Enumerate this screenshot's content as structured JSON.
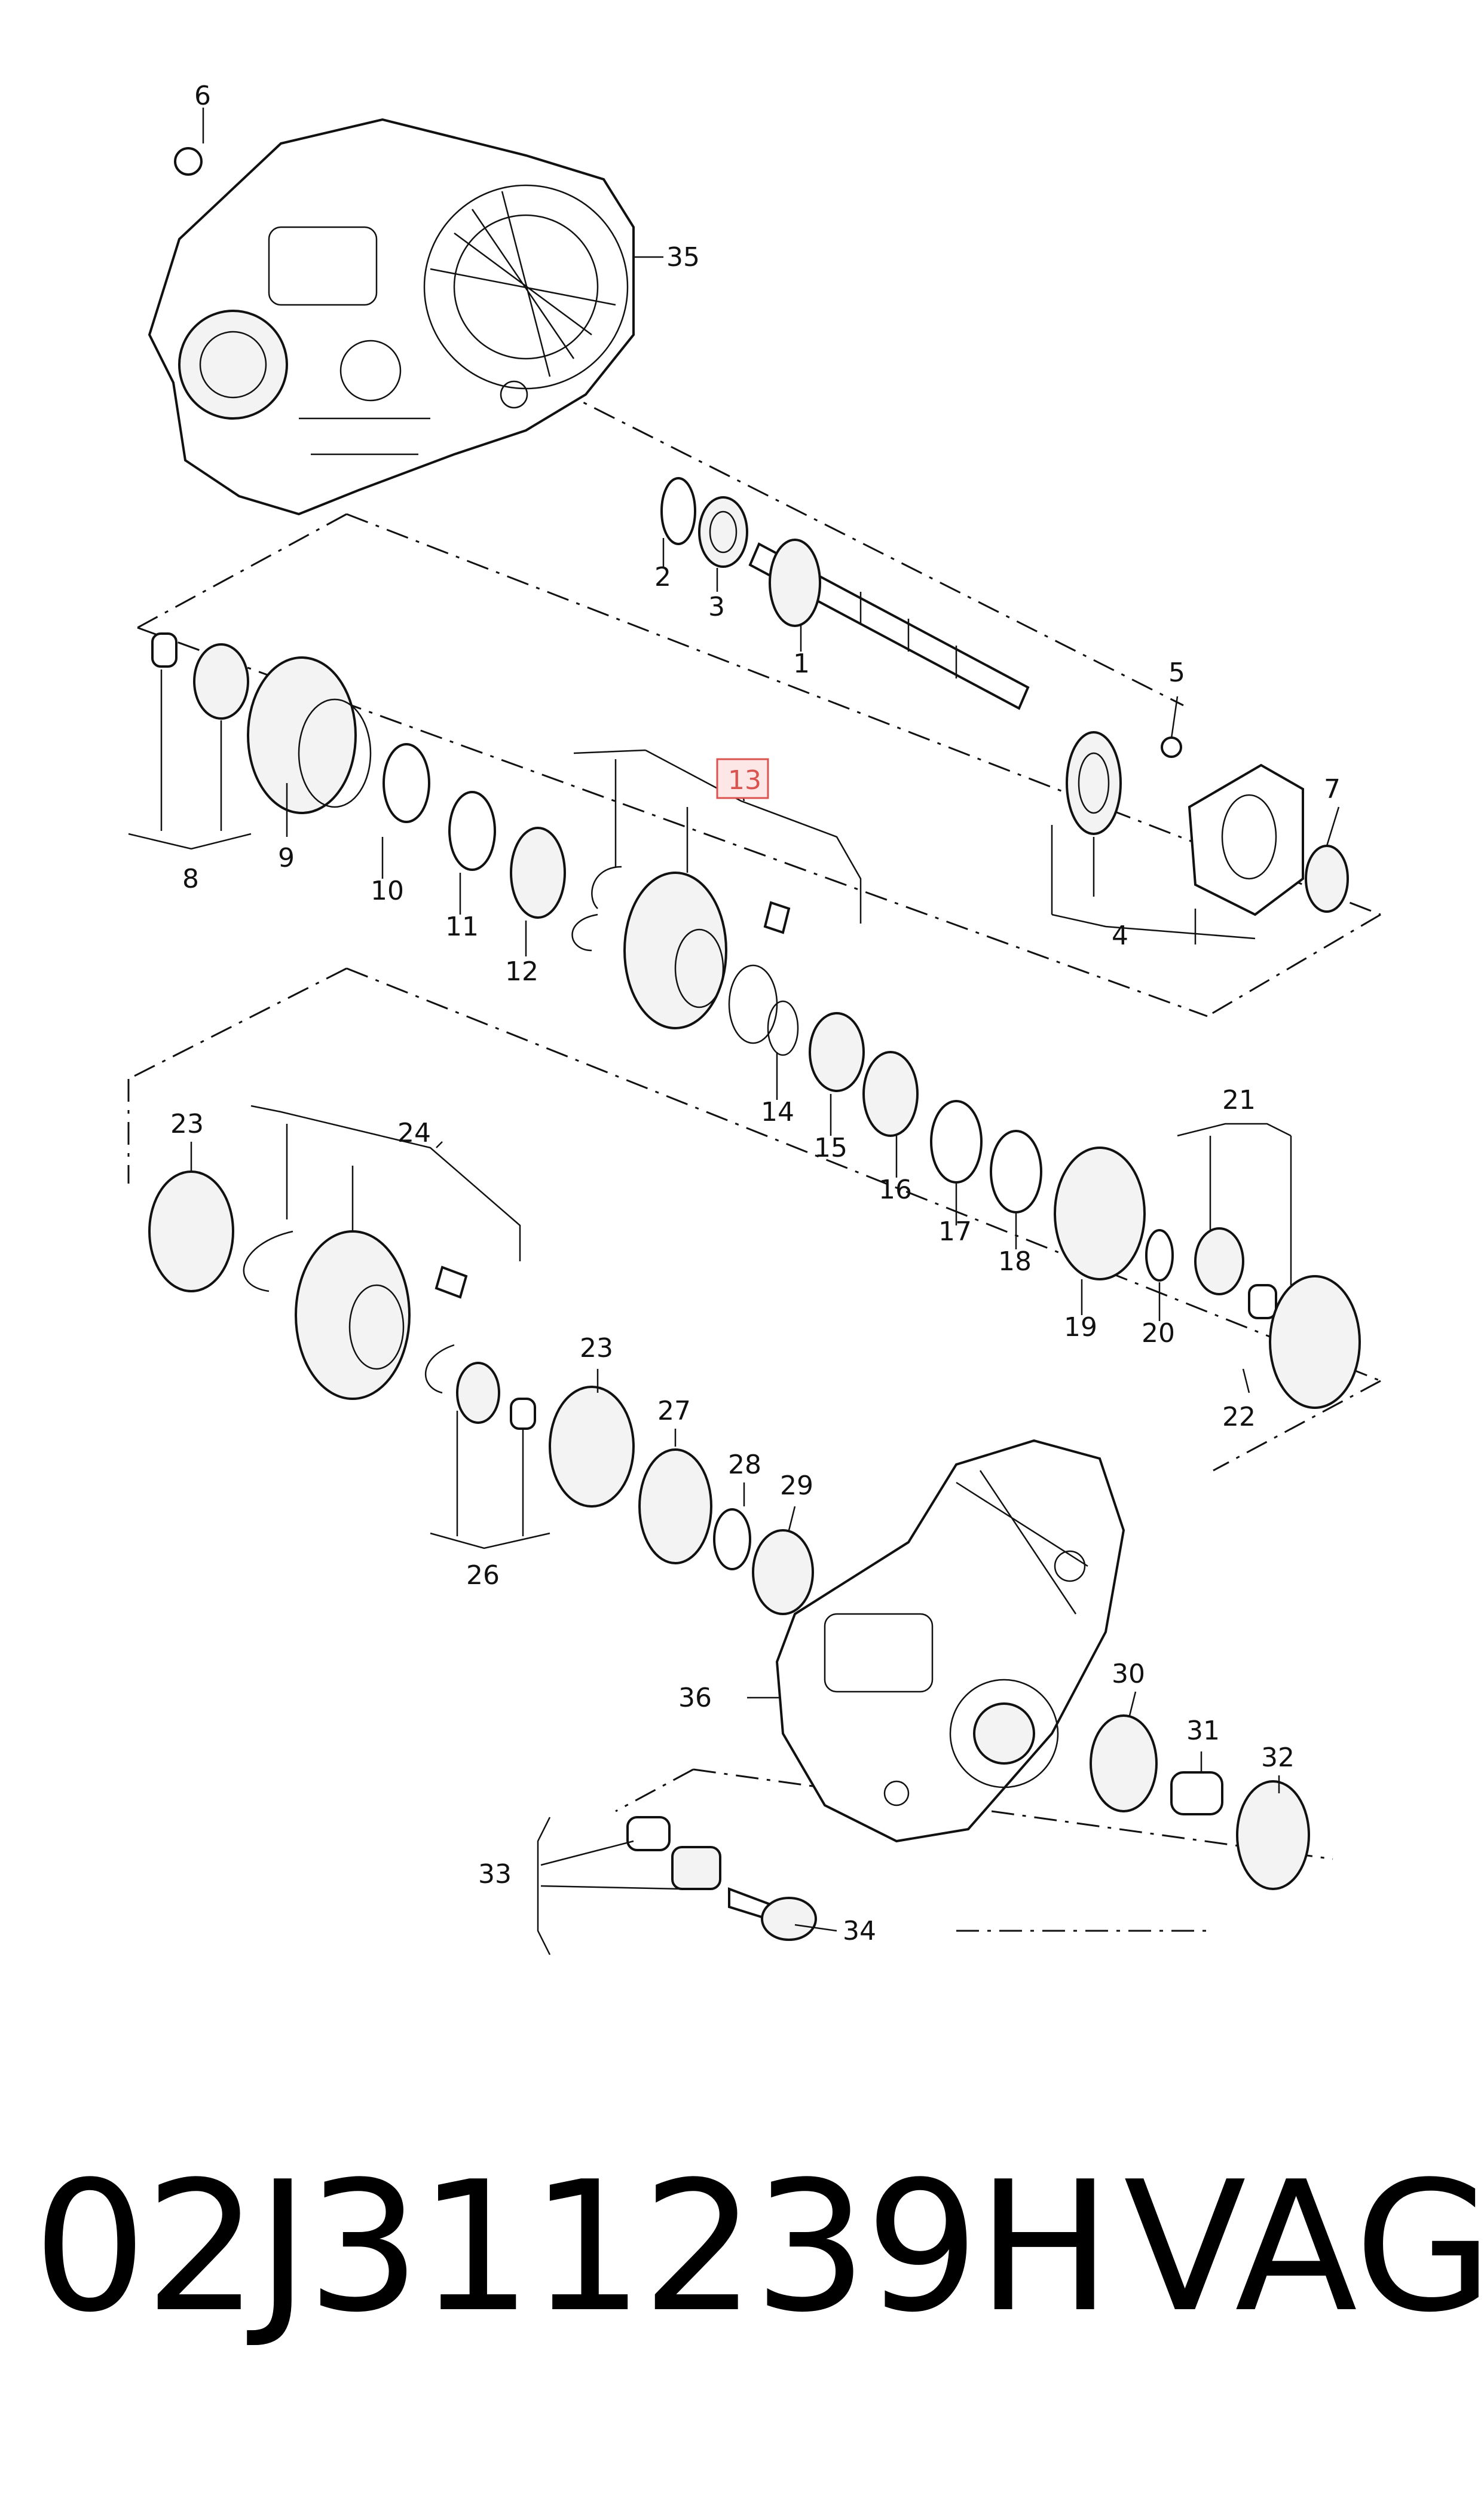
{
  "callouts": {
    "c1": "1",
    "c2": "2",
    "c3": "3",
    "c4": "4",
    "c5": "5",
    "c6": "6",
    "c7": "7",
    "c8": "8",
    "c9": "9",
    "c10": "10",
    "c11": "11",
    "c12": "12",
    "c13": "13",
    "c14": "14",
    "c15": "15",
    "c16": "16",
    "c17": "17",
    "c18": "18",
    "c19": "19",
    "c20": "20",
    "c21": "21",
    "c22": "22",
    "c23a": "23",
    "c23b": "23",
    "c24": "24",
    "c26": "26",
    "c27": "27",
    "c28": "28",
    "c29": "29",
    "c30": "30",
    "c31": "31",
    "c32": "32",
    "c33": "33",
    "c34": "34",
    "c35": "35",
    "c36": "36"
  },
  "highlighted_callout": "13",
  "caption": {
    "part_number": "02J311239H",
    "brand": "VAG"
  },
  "colors": {
    "highlight_border": "#d9534f",
    "highlight_fill": "#fde6e6",
    "line": "#111111"
  }
}
